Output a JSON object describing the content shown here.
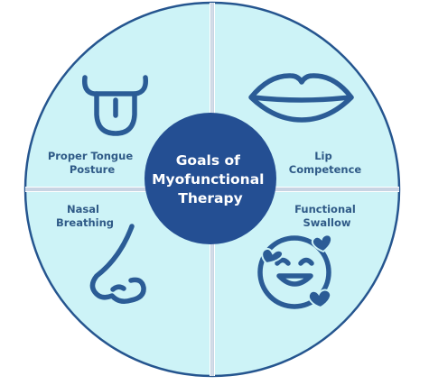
{
  "colors": {
    "quadrant_fill": "#cdf3f7",
    "outline": "#25558f",
    "center_fill": "#244f93",
    "icon": "#2b5c96",
    "label_text": "#2f5a87",
    "center_text": "#ffffff"
  },
  "center": {
    "lines": [
      "Goals of",
      "Myofunctional",
      "Therapy"
    ]
  },
  "quadrants": {
    "top_left": {
      "lines": [
        "Proper Tongue",
        "Posture"
      ],
      "icon": "tongue-icon"
    },
    "top_right": {
      "lines": [
        "Lip",
        "Competence"
      ],
      "icon": "lips-icon"
    },
    "bottom_left": {
      "lines": [
        "Nasal",
        "Breathing"
      ],
      "icon": "nose-icon"
    },
    "bottom_right": {
      "lines": [
        "Functional",
        "Swallow"
      ],
      "icon": "smiling-face-hearts-icon"
    }
  }
}
